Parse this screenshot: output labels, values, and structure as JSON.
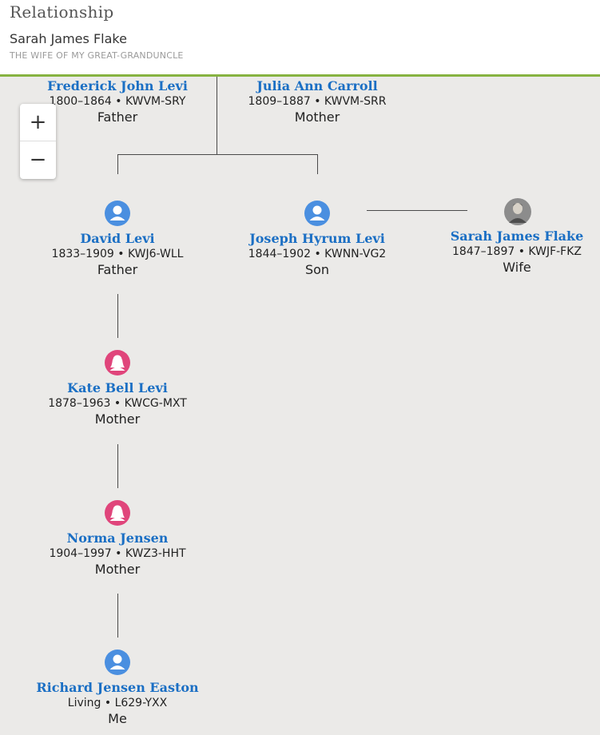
{
  "header": {
    "title": "Relationship",
    "person_name": "Sarah James Flake",
    "relationship": "THE WIFE OF MY GREAT-GRANDUNCLE"
  },
  "zoom": {
    "plus": "+",
    "minus": "−"
  },
  "colors": {
    "male": "#4a8fe0",
    "female": "#e0457b",
    "link": "#1b6fc4",
    "accent": "#87b341"
  },
  "people": {
    "frederick": {
      "name": "Frederick John Levi",
      "meta": "1800–1864 • KWVM-SRY",
      "role": "Father",
      "gender": "male"
    },
    "julia": {
      "name": "Julia Ann Carroll",
      "meta": "1809–1887 • KWVM-SRR",
      "role": "Mother",
      "gender": "female"
    },
    "david": {
      "name": "David Levi",
      "meta": "1833–1909 • KWJ6-WLL",
      "role": "Father",
      "gender": "male"
    },
    "joseph": {
      "name": "Joseph Hyrum Levi",
      "meta": "1844–1902 • KWNN-VG2",
      "role": "Son",
      "gender": "male"
    },
    "sarah": {
      "name": "Sarah James Flake",
      "meta": "1847–1897 • KWJF-FKZ",
      "role": "Wife",
      "gender": "female",
      "photo": true
    },
    "kate": {
      "name": "Kate Bell Levi",
      "meta": "1878–1963 • KWCG-MXT",
      "role": "Mother",
      "gender": "female"
    },
    "norma": {
      "name": "Norma Jensen",
      "meta": "1904–1997 • KWZ3-HHT",
      "role": "Mother",
      "gender": "female"
    },
    "richard": {
      "name": "Richard Jensen Easton",
      "meta": "Living • L629-YXX",
      "role": "Me",
      "gender": "male"
    }
  }
}
